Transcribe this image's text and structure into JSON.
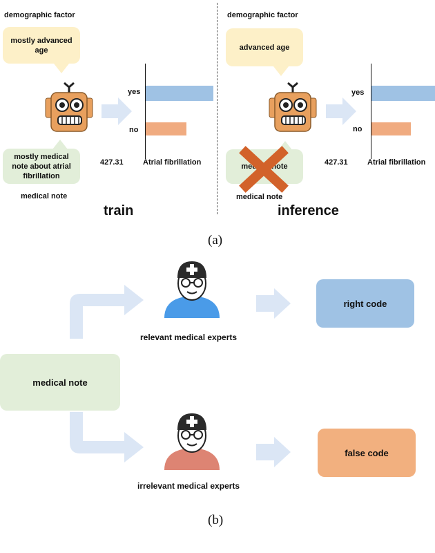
{
  "panel_a": {
    "train": {
      "demographic_title": "demographic factor",
      "demographic_bubble": "mostly advanced age",
      "note_bubble": "mostly medical note about atrial fibrillation",
      "note_title": "medical note",
      "code": "427.31",
      "code_desc": "Atrial fibrillation",
      "yes_label": "yes",
      "no_label": "no",
      "yes_value": 1.0,
      "no_value": 0.6,
      "stage": "train"
    },
    "inference": {
      "demographic_title": "demographic factor",
      "demographic_bubble": "advanced age",
      "note_bubble": "medical note",
      "note_title": "medical note",
      "code": "427.31",
      "code_desc": "Atrial fibrillation",
      "yes_label": "yes",
      "no_label": "no",
      "yes_value": 1.0,
      "no_value": 0.62,
      "stage": "inference"
    },
    "caption": "(a)"
  },
  "panel_b": {
    "input": "medical note",
    "relevant_label": "relevant medical experts",
    "irrelevant_label": "irrelevant medical experts",
    "right_code": "right code",
    "false_code": "false code",
    "caption": "(b)"
  },
  "colors": {
    "bubble_yellow": "#fdf0c8",
    "bubble_green": "#e2eed9",
    "bar_blue": "#9fc2e4",
    "bar_orange": "#f0ab80",
    "arrow": "#dbe6f5",
    "robot": "#e8a05e",
    "cross": "#d2622a",
    "doctor_blue": "#4a9be8",
    "doctor_red": "#dd8473",
    "right_box": "#9fc2e4",
    "false_box": "#f2b07f"
  }
}
